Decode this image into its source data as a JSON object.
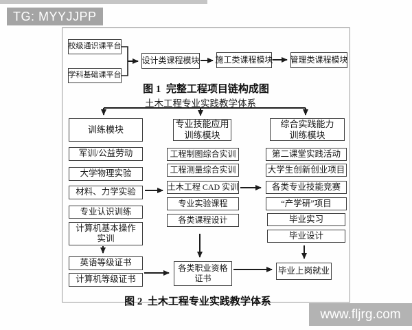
{
  "badge": {
    "text": "TG: MYYJJPP"
  },
  "watermark": {
    "text": "www.fljrg.com"
  },
  "colors": {
    "badge_bg": "#a4a4a4",
    "watermark_bg": "#b3b3b3",
    "frame_border": "#9a9a9a",
    "box_border": "#3d3d3d",
    "arrow": "#1c1c1c",
    "background": "#fefefe"
  },
  "figure1": {
    "caption": "图 1  完整工程项目链构成图",
    "platforms": [
      {
        "label": "校级通识课平台"
      },
      {
        "label": "学科基础课平台"
      }
    ],
    "chain": [
      {
        "label": "设计类课程模块"
      },
      {
        "label": "施工类课程模块"
      },
      {
        "label": "管理类课程模块"
      }
    ]
  },
  "figure2": {
    "title": "土木工程专业实践教学体系",
    "caption": "图 2  土木工程专业实践教学体系",
    "columns": [
      {
        "header": "训练模块",
        "items": [
          "军训/公益劳动",
          "大学物理实验",
          "材料、力学实验",
          "专业认识训练",
          "计算机基本操作\n实训",
          "英语等级证书",
          "计算机等级证书"
        ]
      },
      {
        "header": "专业技能应用\n训练模块",
        "items": [
          "工程制图综合实训",
          "工程测量综合实训",
          "土木工程 CAD 实训",
          "专业实验课程",
          "各类课程设计"
        ]
      },
      {
        "header": "综合实践能力\n训练模块",
        "items": [
          "第二课堂实践活动",
          "大学生创新创业项目",
          "各类专业技能竞赛",
          "“产学研”项目",
          "毕业实习",
          "毕业设计"
        ]
      }
    ],
    "bottom": {
      "cert": "各类职业资格\n证书",
      "job": "毕业上岗就业"
    }
  }
}
